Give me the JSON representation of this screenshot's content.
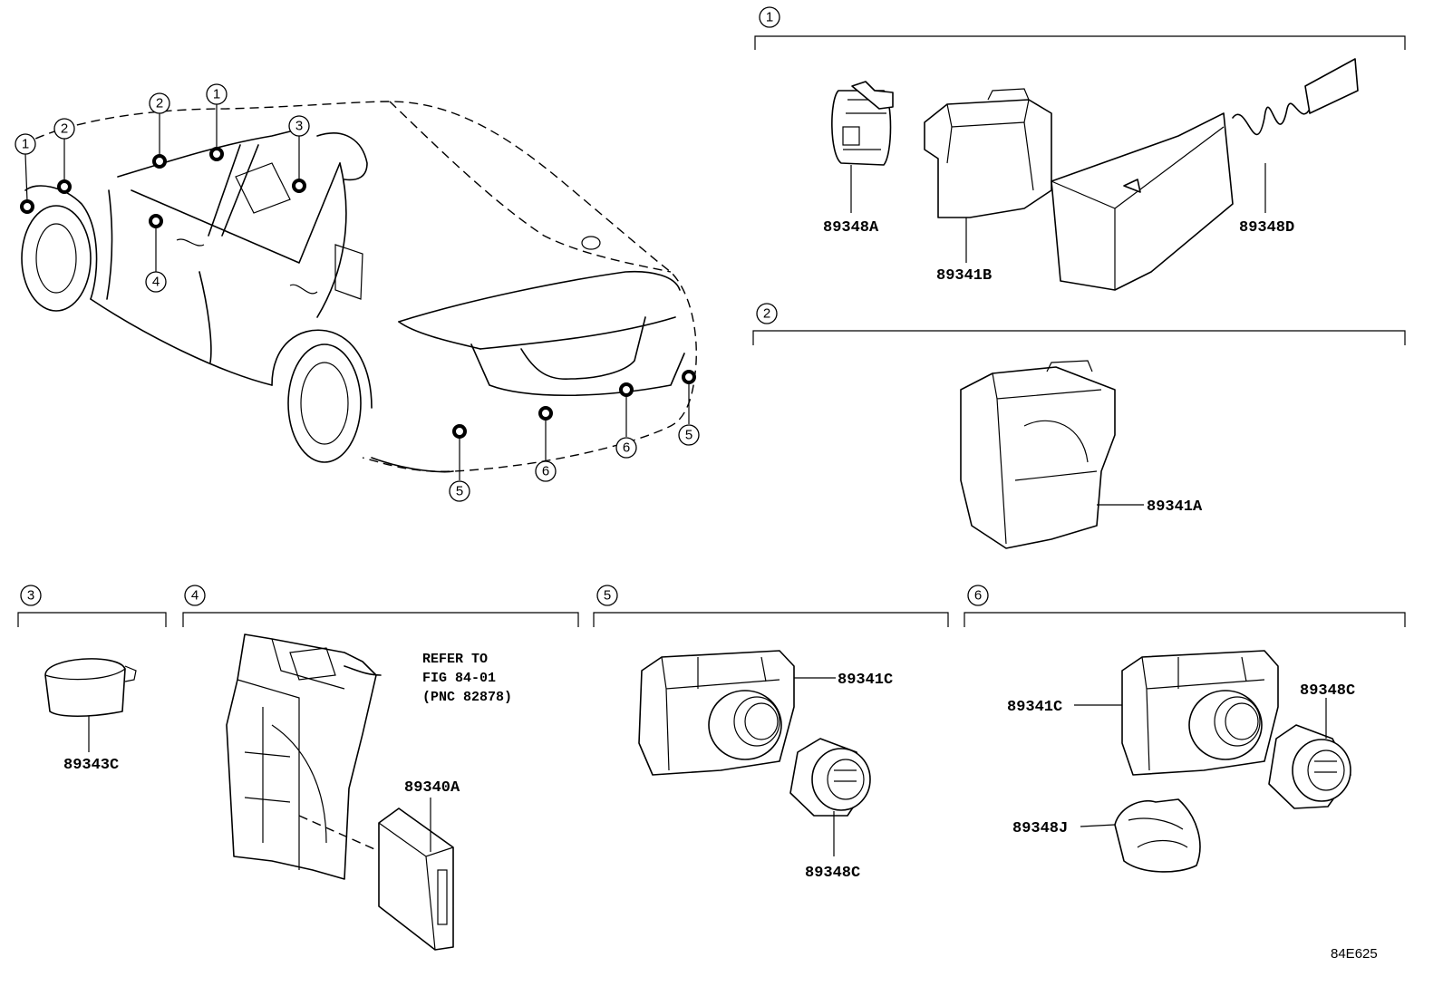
{
  "vehicle_callouts": [
    "1",
    "2",
    "1",
    "2",
    "3",
    "4",
    "5",
    "6",
    "6",
    "5"
  ],
  "groups": [
    {
      "id": "1",
      "parts": [
        "89348A",
        "89341B",
        "89348D"
      ]
    },
    {
      "id": "2",
      "parts": [
        "89341A"
      ]
    },
    {
      "id": "3",
      "parts": [
        "89343C"
      ]
    },
    {
      "id": "4",
      "parts": [
        "89340A"
      ],
      "note": [
        "REFER TO",
        "FIG 84-01",
        "(PNC 82878)"
      ]
    },
    {
      "id": "5",
      "parts": [
        "89341C",
        "89348C"
      ]
    },
    {
      "id": "6",
      "parts": [
        "89341C",
        "89348C",
        "89348J"
      ]
    }
  ],
  "figure_id": "84E625"
}
